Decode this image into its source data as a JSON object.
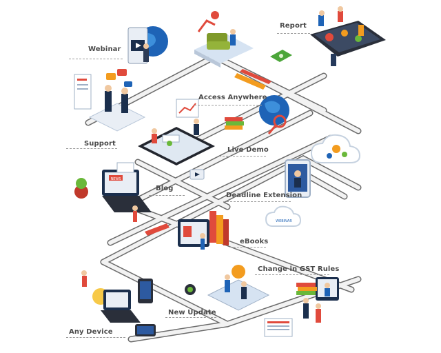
{
  "labels": {
    "webinar": "Webinar",
    "report": "Report",
    "support": "Support",
    "access_anywhere": "Access Anywhere",
    "live_demo": "Live Demo",
    "blog": "Blog",
    "deadline_extension": "Deadline Extension",
    "ebooks": "eBooks",
    "change_gst": "Change in GST Rules",
    "new_update": "New Update",
    "any_device": "Any Device"
  },
  "small_text": {
    "news": "NEWS",
    "webinar_cloud": "WEBINAR"
  },
  "colors": {
    "road": "#e8e8e8",
    "road_edge": "#6b6b6b",
    "label_text": "#4a4a4a",
    "accent_blue": "#1e63b6",
    "accent_red": "#e04a3c",
    "accent_green": "#6ab83a",
    "accent_orange": "#f39c1f"
  }
}
